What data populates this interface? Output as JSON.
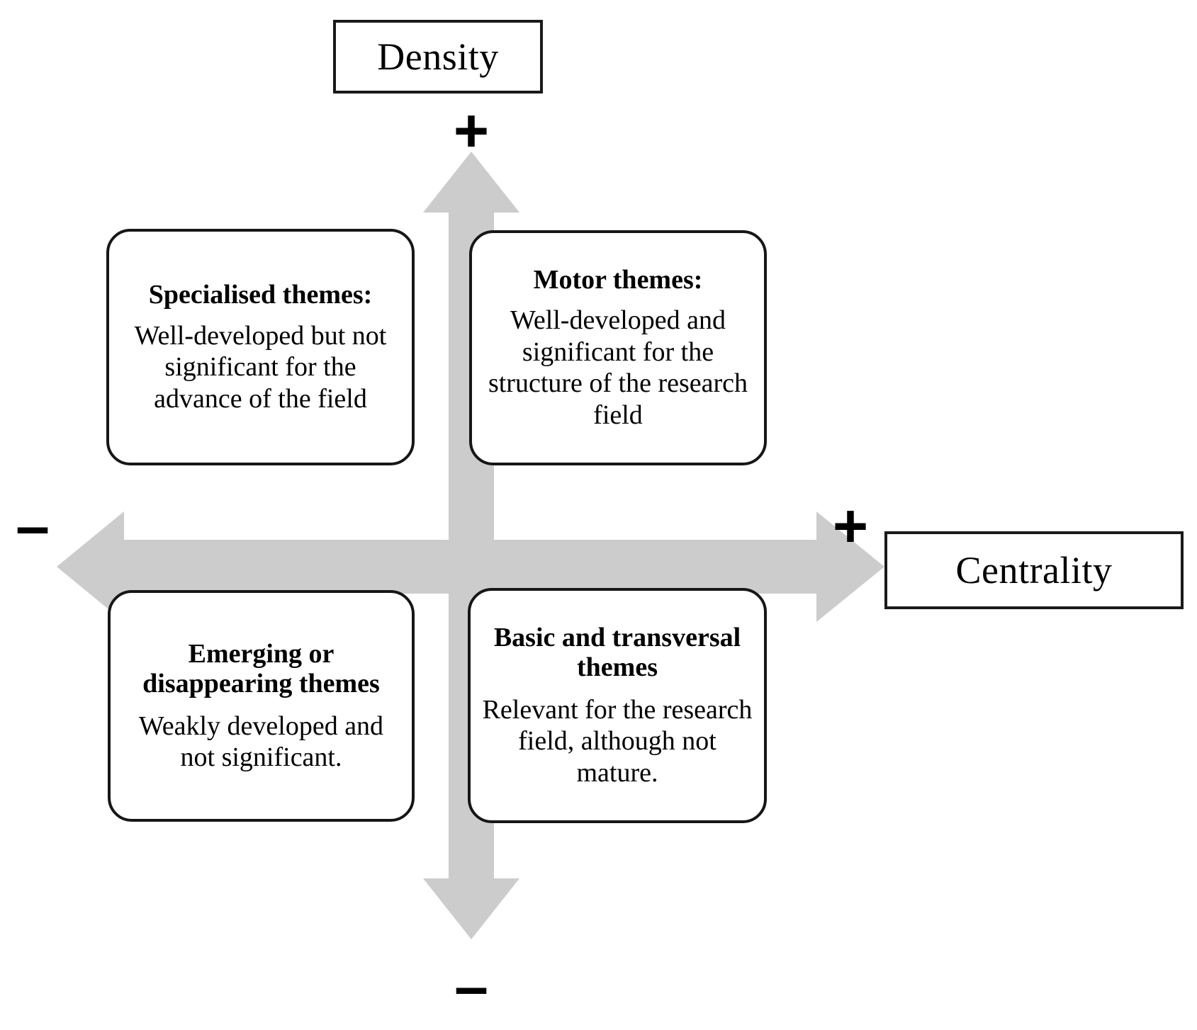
{
  "diagram": {
    "type": "quadrant-thematic-map",
    "axes": {
      "vertical": {
        "name": "density-axis",
        "label": "Density",
        "positive_sign": "+",
        "negative_sign": "–",
        "color": "#cccccc"
      },
      "horizontal": {
        "name": "centrality-axis",
        "label": "Centrality",
        "positive_sign": "+",
        "negative_sign": "–",
        "color": "#cccccc"
      }
    },
    "quadrants": [
      {
        "id": "specialised",
        "position": "top-left",
        "density": "high",
        "centrality": "low",
        "title": "Specialised themes:",
        "description": "Well-developed but not significant for the advance of the field"
      },
      {
        "id": "motor",
        "position": "top-right",
        "density": "high",
        "centrality": "high",
        "title": "Motor themes:",
        "description": "Well-developed and significant for the structure of the research field"
      },
      {
        "id": "emerging",
        "position": "bottom-left",
        "density": "low",
        "centrality": "low",
        "title": "Emerging or disappearing themes",
        "description": "Weakly developed and not significant."
      },
      {
        "id": "basic",
        "position": "bottom-right",
        "density": "low",
        "centrality": "high",
        "title": "Basic and transversal themes",
        "description": "Relevant for the research field, although not mature."
      }
    ],
    "colors": {
      "axis_gray": "#cccccc",
      "border_black": "#161616",
      "background": "#ffffff",
      "text": "#000000"
    }
  }
}
